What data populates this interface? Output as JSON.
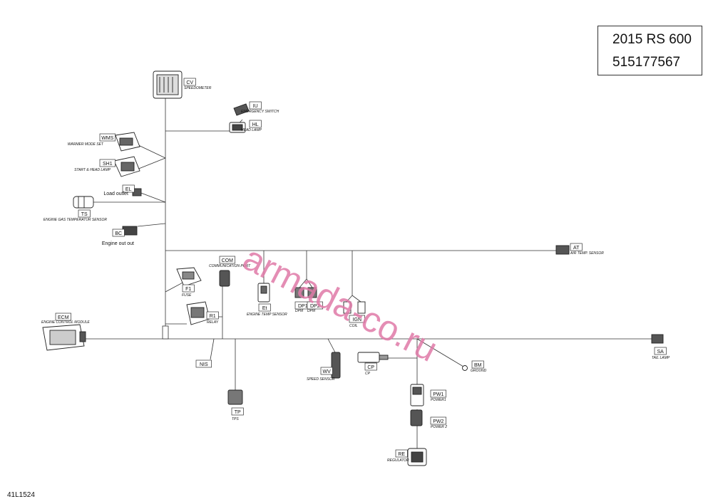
{
  "header": {
    "model": "2015 RS 600",
    "part_number": "515177567"
  },
  "figure_id": "41L1524",
  "watermark": "armada-co.ru",
  "components": {
    "cv": {
      "code": "CV",
      "label": "SPEEDOMETER"
    },
    "iu": {
      "code": "IU",
      "label": "EMERGENCY SWITCH"
    },
    "hl": {
      "code": "HL",
      "label": "HEAD LAMP"
    },
    "wms": {
      "code": "WMS",
      "label": "WARMER MODE SET"
    },
    "sh1": {
      "code": "SH1",
      "label": "START & HEAD LAMP"
    },
    "el": {
      "code": "EL",
      "label": "Load outlet"
    },
    "ts": {
      "code": "TS",
      "label": "ENGINE GAS TEMPERATUR SENSOR"
    },
    "bc": {
      "code": "BC",
      "label": "Engine out out"
    },
    "at": {
      "code": "AT",
      "label": "AIR TEMP. SENSOR"
    },
    "com": {
      "code": "COM",
      "label": "COMMUNICATION PORT"
    },
    "f1": {
      "code": "F1",
      "label": "FUSE"
    },
    "r1": {
      "code": "R1",
      "label": "RELAY"
    },
    "ecm": {
      "code": "ECM",
      "label": "ENGINE CONTROL MODULE"
    },
    "et": {
      "code": "Et",
      "label": "ENGINE TEMP SENSOR"
    },
    "dp1": {
      "code": "DP1",
      "label": "DPM"
    },
    "dp2": {
      "code": "DP2",
      "label": "DPM"
    },
    "ign": {
      "code": "IGN",
      "label": "COIL"
    },
    "nis": {
      "code": "NIS"
    },
    "tp": {
      "code": "TP",
      "label": "TPS"
    },
    "wv": {
      "code": "WV",
      "label": "SPEED SENSOR"
    },
    "cp": {
      "code": "CP",
      "label": "CP"
    },
    "bm": {
      "code": "BM",
      "label": "GROUND"
    },
    "pw1": {
      "code": "PW1",
      "label": "POWER1"
    },
    "pw2": {
      "code": "PW2",
      "label": "POWER 2"
    },
    "re": {
      "code": "RE",
      "label": "REGULATOR"
    },
    "sa": {
      "code": "SA",
      "label": "TAIL LAMP"
    }
  }
}
